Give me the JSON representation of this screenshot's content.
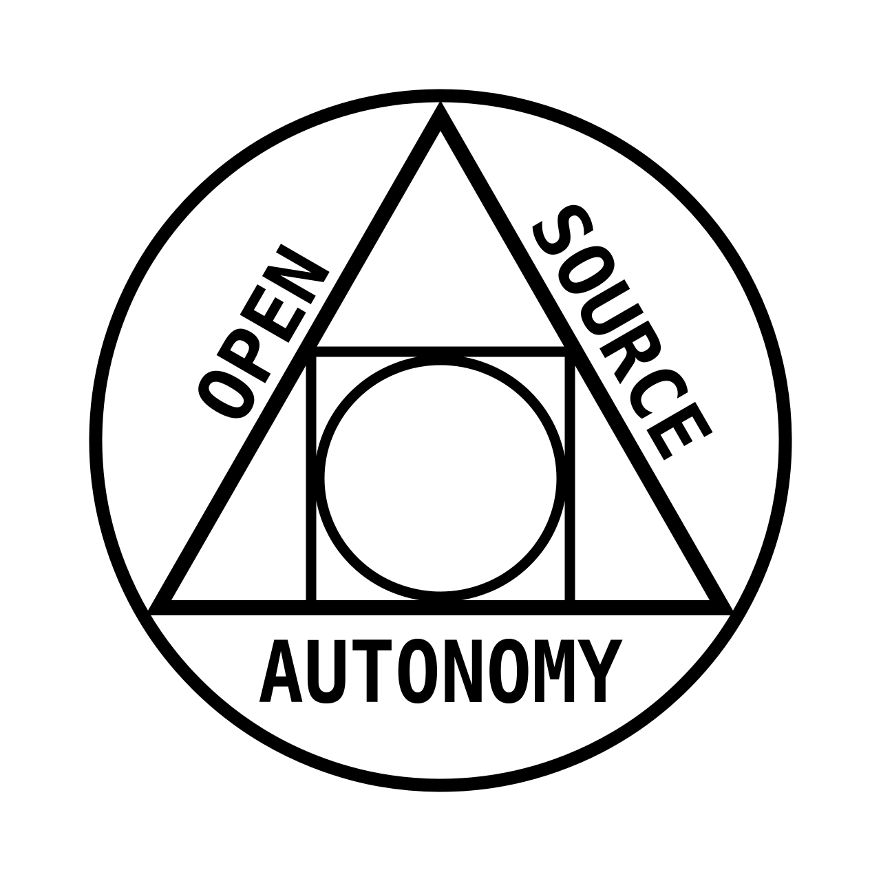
{
  "emblem": {
    "text_open": "OPEN",
    "text_source": "SOURCE",
    "text_autonomy": "AUTONOMY",
    "colors": {
      "stroke": "#000000",
      "background": "#ffffff"
    },
    "shapes": [
      "outer-circle",
      "triangle",
      "square",
      "inner-circle"
    ]
  }
}
